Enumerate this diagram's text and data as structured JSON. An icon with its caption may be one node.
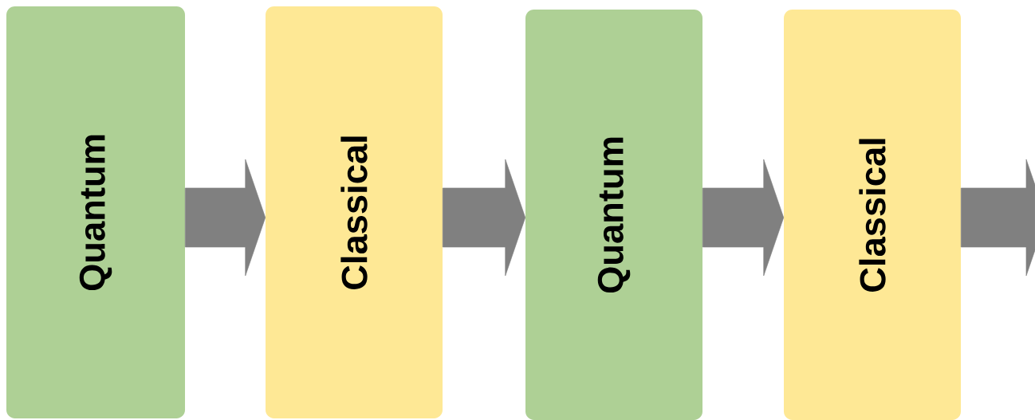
{
  "diagram": {
    "nodes": [
      {
        "text": [
          "Quantum"
        ]
      },
      {
        "text": [
          "Classical"
        ]
      },
      {
        "text": [
          "Quantum"
        ]
      },
      {
        "text": [
          "Classical"
        ]
      }
    ],
    "edges": [
      {
        "from": 0,
        "to": 1,
        "arrow": "to"
      },
      {
        "from": 1,
        "to": 2,
        "arrow": "to"
      },
      {
        "from": 2,
        "to": 3,
        "arrow": "to"
      },
      {
        "from": 3,
        "to": null,
        "arrow": "to"
      }
    ]
  }
}
